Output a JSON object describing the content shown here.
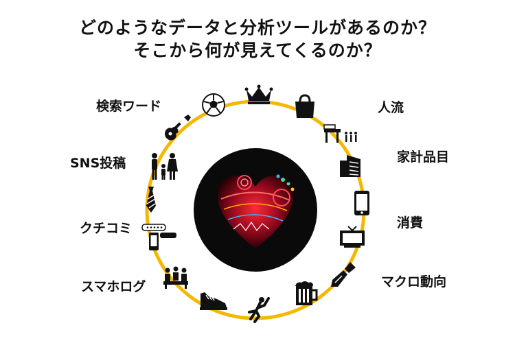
{
  "title": {
    "line1": "どのようなデータと分析ツールがあるのか？",
    "line2": "そこから何が見えてくるのか？"
  },
  "labels_left": [
    "検索ワード",
    "SNS投稿",
    "クチコミ",
    "スマホログ"
  ],
  "labels_right": [
    "人流",
    "家計品目",
    "消費",
    "マクロ動向"
  ],
  "icons": [
    "soccer-ball-icon",
    "crown-icon",
    "shopping-bag-icon",
    "train-station-icon",
    "building-icon",
    "smartphone-icon",
    "television-icon",
    "trowel-icon",
    "beer-mug-icon",
    "climber-icon",
    "sneaker-icon",
    "meeting-icon",
    "chat-phone-icon",
    "necktie-icon",
    "family-icon",
    "guitar-icon"
  ],
  "colors": {
    "ring": "#f5b800",
    "text": "#111111",
    "center_bg": "#0a0a0a",
    "heart": "#c0102a"
  }
}
